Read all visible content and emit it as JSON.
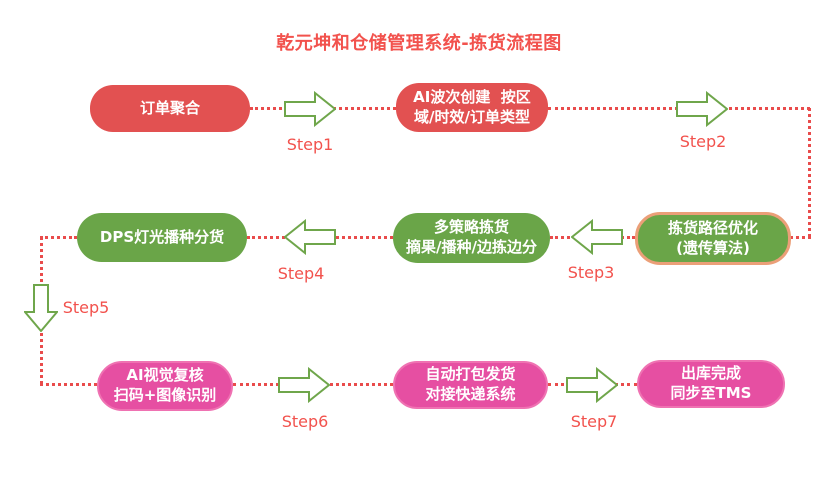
{
  "title": "乾元坤和仓储管理系统-拣货流程图",
  "colors": {
    "red": "#e25151",
    "green": "#6aa548",
    "pink": "#e64fa2",
    "pinkBorder": "#ef72b2",
    "salmonBorder": "#eb9f78",
    "dotted": "#e94b4b",
    "label": "#f2524d",
    "arrowStroke": "#6fa64b"
  },
  "nodes": {
    "order": {
      "label": "订单聚合"
    },
    "wave": {
      "line1": "AI波次创建  按区",
      "line2": "域/时效/订单类型"
    },
    "route": {
      "line1": "拣货路径优化",
      "line2": "(遗传算法)"
    },
    "strategy": {
      "line1": "多策略拣货",
      "line2": "摘果/播种/边拣边分"
    },
    "dps": {
      "label": "DPS灯光播种分货"
    },
    "vision": {
      "line1": "AI视觉复核",
      "line2": "扫码+图像识别"
    },
    "pack": {
      "line1": "自动打包发货",
      "line2": "对接快递系统"
    },
    "outbound": {
      "line1": "出库完成",
      "line2": "同步至TMS"
    }
  },
  "steps": {
    "s1": "Step1",
    "s2": "Step2",
    "s3": "Step3",
    "s4": "Step4",
    "s5": "Step5",
    "s6": "Step6",
    "s7": "Step7"
  }
}
